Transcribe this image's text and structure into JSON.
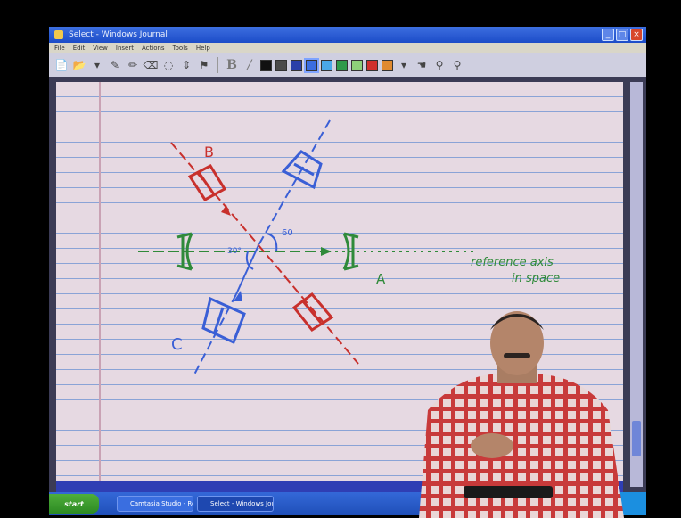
{
  "window": {
    "title": "Select - Windows Journal",
    "buttons": [
      "_",
      "□",
      "×"
    ]
  },
  "menubar": {
    "items": [
      "File",
      "Edit",
      "View",
      "Insert",
      "Actions",
      "Tools",
      "Help"
    ]
  },
  "toolbar": {
    "bold_label": "B",
    "italic_label": "/",
    "colors": [
      "#111111",
      "#4a4a4a",
      "#2a3fa8",
      "#3b6de0",
      "#4aa8e8",
      "#2f9a4a",
      "#8ed07a",
      "#d0312d",
      "#e08a30"
    ]
  },
  "drawing": {
    "label_b": "B",
    "label_a": "A",
    "label_c": "C",
    "angle_60": "60",
    "angle_30": "30°",
    "note_line1": "reference axis",
    "note_line2": "in space",
    "colors": {
      "red": "#c8302c",
      "blue": "#3a5fd6",
      "green": "#2f8a3a",
      "dark": "#2b2b2b"
    }
  },
  "taskbar": {
    "start_label": "start",
    "tasks": [
      "Camtasia Studio - Rec...",
      "Select - Windows Jou..."
    ]
  }
}
